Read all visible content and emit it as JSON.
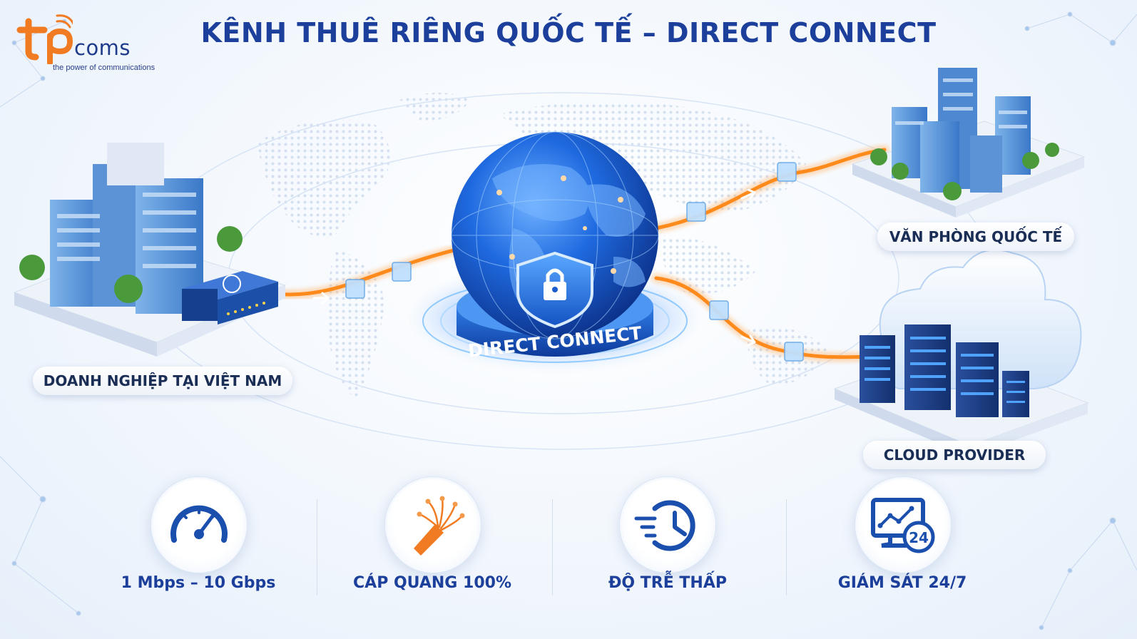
{
  "brand": {
    "logo_letters": "tp",
    "logo_word": "coms",
    "tagline": "the power of communications",
    "color_orange": "#f07b22",
    "color_navy": "#1f3b8c"
  },
  "title": "KÊNH THUÊ RIÊNG QUỐC TẾ – DIRECT CONNECT",
  "hub": {
    "label": "DIRECT CONNECT",
    "icon": "shield-lock-icon",
    "globe_color": "#1e63d6"
  },
  "nodes": {
    "vietnam": "DOANH NGHIỆP TẠI VIỆT NAM",
    "international_office": "VĂN PHÒNG QUỐC TẾ",
    "cloud": "CLOUD PROVIDER"
  },
  "link_color": "#ff8a1c",
  "features": [
    {
      "icon": "speedometer-icon",
      "label": "1 Mbps – 10 Gbps"
    },
    {
      "icon": "fiber-cable-icon",
      "label": "CÁP QUANG 100%"
    },
    {
      "icon": "fast-clock-icon",
      "label": "ĐỘ TRỄ THẤP"
    },
    {
      "icon": "monitor-24-icon",
      "label": "GIÁM SÁT 24/7"
    }
  ]
}
